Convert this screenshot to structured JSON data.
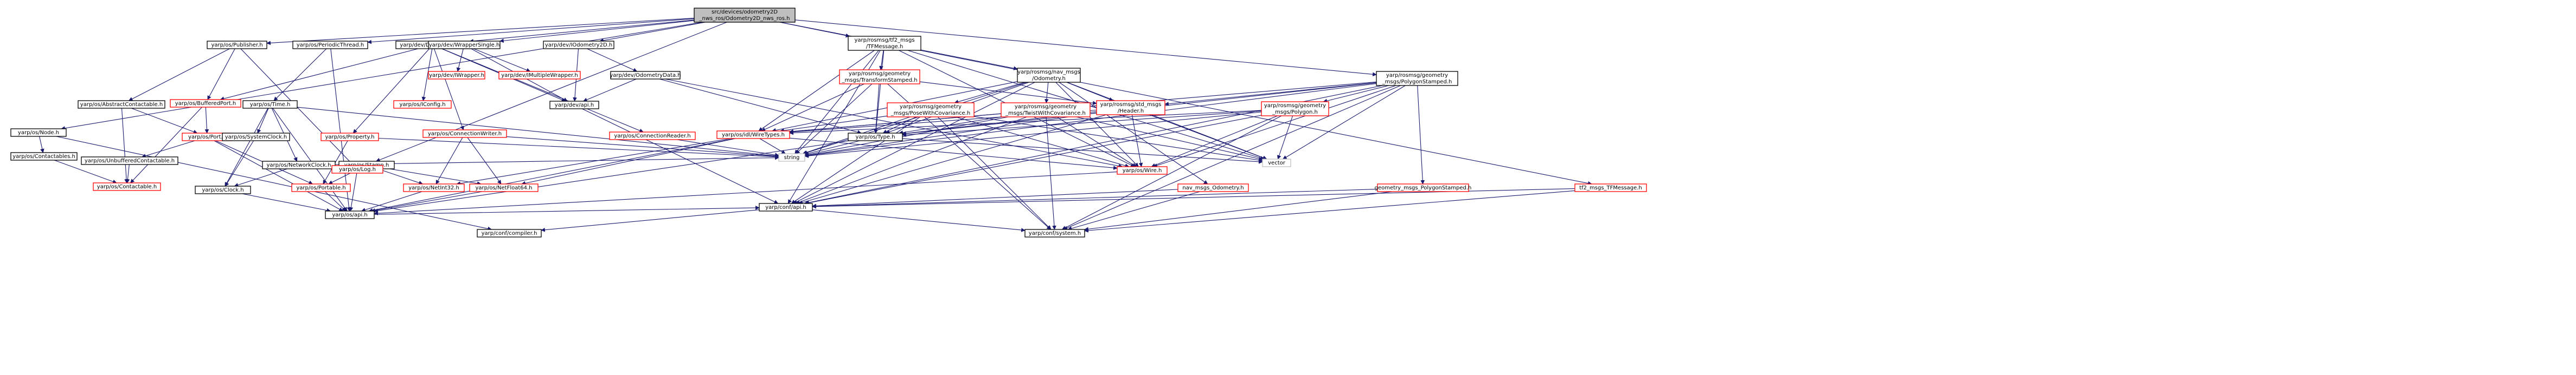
{
  "colors": {
    "edge": "#191970",
    "node_border_black": "#000000",
    "node_border_red": "#ff0000",
    "node_fill": "#ffffff",
    "root_fill": "#bfbfbf"
  },
  "nodes": [
    {
      "id": "root",
      "lines": [
        "src/devices/odometry2D",
        "_nws_ros/Odometry2D_nws_ros.h"
      ],
      "border": "black",
      "fill": "gray"
    },
    {
      "id": "Node",
      "lines": [
        "yarp/os/Node.h"
      ],
      "border": "black"
    },
    {
      "id": "Publisher",
      "lines": [
        "yarp/os/Publisher.h"
      ],
      "border": "black"
    },
    {
      "id": "PeriodicThread",
      "lines": [
        "yarp/os/PeriodicThread.h"
      ],
      "border": "black"
    },
    {
      "id": "DeviceDriver",
      "lines": [
        "yarp/dev/DeviceDriver.h"
      ],
      "border": "black"
    },
    {
      "id": "Stamp",
      "lines": [
        "yarp/os/Stamp.h"
      ],
      "border": "black"
    },
    {
      "id": "WrapperSingle",
      "lines": [
        "yarp/dev/WrapperSingle.h"
      ],
      "border": "black"
    },
    {
      "id": "IOdometry2D",
      "lines": [
        "yarp/dev/IOdometry2D.h"
      ],
      "border": "black"
    },
    {
      "id": "TFMessage",
      "lines": [
        "yarp/rosmsg/tf2_msgs",
        "/TFMessage.h"
      ],
      "border": "black"
    },
    {
      "id": "NavOdometry",
      "lines": [
        "yarp/rosmsg/nav_msgs",
        "/Odometry.h"
      ],
      "border": "black"
    },
    {
      "id": "PolygonStamped",
      "lines": [
        "yarp/rosmsg/geometry",
        "_msgs/PolygonStamped.h"
      ],
      "border": "black"
    },
    {
      "id": "Contactables",
      "lines": [
        "yarp/os/Contactables.h"
      ],
      "border": "black"
    },
    {
      "id": "AbstractContactable",
      "lines": [
        "yarp/os/AbstractContactable.h"
      ],
      "border": "black"
    },
    {
      "id": "BufferedPort",
      "lines": [
        "yarp/os/BufferedPort.h"
      ],
      "border": "red"
    },
    {
      "id": "Time",
      "lines": [
        "yarp/os/Time.h"
      ],
      "border": "black"
    },
    {
      "id": "IConfig",
      "lines": [
        "yarp/os/IConfig.h"
      ],
      "border": "red"
    },
    {
      "id": "IWrapper",
      "lines": [
        "yarp/dev/IWrapper.h"
      ],
      "border": "red"
    },
    {
      "id": "IMultipleWrapper",
      "lines": [
        "yarp/dev/IMultipleWrapper.h"
      ],
      "border": "red"
    },
    {
      "id": "OdometryData",
      "lines": [
        "yarp/dev/OdometryData.h"
      ],
      "border": "black"
    },
    {
      "id": "TransformStamped",
      "lines": [
        "yarp/rosmsg/geometry",
        "_msgs/TransformStamped.h"
      ],
      "border": "red"
    },
    {
      "id": "Port",
      "lines": [
        "yarp/os/Port.h"
      ],
      "border": "red"
    },
    {
      "id": "UnbufferedContactable",
      "lines": [
        "yarp/os/UnbufferedContactable.h"
      ],
      "border": "black"
    },
    {
      "id": "SystemClock",
      "lines": [
        "yarp/os/SystemClock.h"
      ],
      "border": "black"
    },
    {
      "id": "NetworkClock",
      "lines": [
        "yarp/os/NetworkClock.h"
      ],
      "border": "black"
    },
    {
      "id": "Clock",
      "lines": [
        "yarp/os/Clock.h"
      ],
      "border": "black"
    },
    {
      "id": "Contactable",
      "lines": [
        "yarp/os/Contactable.h"
      ],
      "border": "red"
    },
    {
      "id": "Property",
      "lines": [
        "yarp/os/Property.h"
      ],
      "border": "red"
    },
    {
      "id": "ConnectionWriter",
      "lines": [
        "yarp/os/ConnectionWriter.h"
      ],
      "border": "red"
    },
    {
      "id": "ConnectionReader",
      "lines": [
        "yarp/os/ConnectionReader.h"
      ],
      "border": "red"
    },
    {
      "id": "DevApi",
      "lines": [
        "yarp/dev/api.h"
      ],
      "border": "black"
    },
    {
      "id": "Portable",
      "lines": [
        "yarp/os/Portable.h"
      ],
      "border": "red"
    },
    {
      "id": "Log",
      "lines": [
        "yarp/os/Log.h"
      ],
      "border": "red"
    },
    {
      "id": "NetInt32",
      "lines": [
        "yarp/os/NetInt32.h"
      ],
      "border": "red"
    },
    {
      "id": "NetFloat64",
      "lines": [
        "yarp/os/NetFloat64.h"
      ],
      "border": "red"
    },
    {
      "id": "OsApi",
      "lines": [
        "yarp/os/api.h"
      ],
      "border": "black"
    },
    {
      "id": "PoseWithCovariance",
      "lines": [
        "yarp/rosmsg/geometry",
        "_msgs/PoseWithCovariance.h"
      ],
      "border": "red"
    },
    {
      "id": "TwistWithCovariance",
      "lines": [
        "yarp/rosmsg/geometry",
        "_msgs/TwistWithCovariance.h"
      ],
      "border": "red"
    },
    {
      "id": "Header",
      "lines": [
        "yarp/rosmsg/std_msgs",
        "/Header.h"
      ],
      "border": "red"
    },
    {
      "id": "Polygon",
      "lines": [
        "yarp/rosmsg/geometry",
        "_msgs/Polygon.h"
      ],
      "border": "red"
    },
    {
      "id": "WireTypes",
      "lines": [
        "yarp/os/idl/WireTypes.h"
      ],
      "border": "red"
    },
    {
      "id": "Type",
      "lines": [
        "yarp/os/Type.h"
      ],
      "border": "black"
    },
    {
      "id": "string",
      "lines": [
        "string"
      ],
      "border": "gray"
    },
    {
      "id": "Wire",
      "lines": [
        "yarp/os/Wire.h"
      ],
      "border": "red"
    },
    {
      "id": "vector",
      "lines": [
        "vector"
      ],
      "border": "gray"
    },
    {
      "id": "NavMsgsOdometry",
      "lines": [
        "nav_msgs_Odometry.h"
      ],
      "border": "red"
    },
    {
      "id": "GeomPolygonStamped",
      "lines": [
        "geometry_msgs_PolygonStamped.h"
      ],
      "border": "red"
    },
    {
      "id": "Tf2TFMessage",
      "lines": [
        "tf2_msgs_TFMessage.h"
      ],
      "border": "red"
    },
    {
      "id": "ConfApi",
      "lines": [
        "yarp/conf/api.h"
      ],
      "border": "black"
    },
    {
      "id": "Compiler",
      "lines": [
        "yarp/conf/compiler.h"
      ],
      "border": "black"
    },
    {
      "id": "System",
      "lines": [
        "yarp/conf/system.h"
      ],
      "border": "black"
    }
  ],
  "edges": [
    [
      "root",
      "Node"
    ],
    [
      "root",
      "Publisher"
    ],
    [
      "root",
      "PeriodicThread"
    ],
    [
      "root",
      "DeviceDriver"
    ],
    [
      "root",
      "Stamp"
    ],
    [
      "root",
      "WrapperSingle"
    ],
    [
      "root",
      "IOdometry2D"
    ],
    [
      "root",
      "TFMessage"
    ],
    [
      "root",
      "NavOdometry"
    ],
    [
      "root",
      "PolygonStamped"
    ],
    [
      "Node",
      "Contactables"
    ],
    [
      "Node",
      "Compiler"
    ],
    [
      "Contactables",
      "Contactable"
    ],
    [
      "Publisher",
      "AbstractContactable"
    ],
    [
      "Publisher",
      "BufferedPort"
    ],
    [
      "Publisher",
      "Log"
    ],
    [
      "AbstractContactable",
      "Port"
    ],
    [
      "AbstractContactable",
      "Contactable"
    ],
    [
      "BufferedPort",
      "Port"
    ],
    [
      "BufferedPort",
      "Contactable"
    ],
    [
      "Port",
      "UnbufferedContactable"
    ],
    [
      "Port",
      "OsApi"
    ],
    [
      "Port",
      "Portable"
    ],
    [
      "UnbufferedContactable",
      "Contactable"
    ],
    [
      "PeriodicThread",
      "Time"
    ],
    [
      "PeriodicThread",
      "OsApi"
    ],
    [
      "Time",
      "SystemClock"
    ],
    [
      "Time",
      "NetworkClock"
    ],
    [
      "Time",
      "Clock"
    ],
    [
      "Time",
      "string"
    ],
    [
      "Time",
      "OsApi"
    ],
    [
      "SystemClock",
      "Clock"
    ],
    [
      "NetworkClock",
      "Clock"
    ],
    [
      "NetworkClock",
      "string"
    ],
    [
      "Clock",
      "OsApi"
    ],
    [
      "DeviceDriver",
      "IConfig"
    ],
    [
      "DeviceDriver",
      "Property"
    ],
    [
      "DeviceDriver",
      "ConnectionWriter"
    ],
    [
      "DeviceDriver",
      "ConnectionReader"
    ],
    [
      "DeviceDriver",
      "DevApi"
    ],
    [
      "DeviceDriver",
      "BufferedPort"
    ],
    [
      "Property",
      "Portable"
    ],
    [
      "Property",
      "string"
    ],
    [
      "ConnectionWriter",
      "NetInt32"
    ],
    [
      "ConnectionWriter",
      "NetFloat64"
    ],
    [
      "ConnectionWriter",
      "string"
    ],
    [
      "ConnectionReader",
      "string"
    ],
    [
      "Stamp",
      "Portable"
    ],
    [
      "Stamp",
      "NetInt32"
    ],
    [
      "Stamp",
      "NetFloat64"
    ],
    [
      "Portable",
      "OsApi"
    ],
    [
      "Log",
      "OsApi"
    ],
    [
      "NetInt32",
      "OsApi"
    ],
    [
      "NetFloat64",
      "OsApi"
    ],
    [
      "OsApi",
      "ConfApi"
    ],
    [
      "WrapperSingle",
      "IWrapper"
    ],
    [
      "WrapperSingle",
      "IMultipleWrapper"
    ],
    [
      "WrapperSingle",
      "DevApi"
    ],
    [
      "IOdometry2D",
      "OdometryData"
    ],
    [
      "IOdometry2D",
      "DevApi"
    ],
    [
      "OdometryData",
      "DevApi"
    ],
    [
      "OdometryData",
      "Wire"
    ],
    [
      "OdometryData",
      "Type"
    ],
    [
      "DevApi",
      "ConfApi"
    ],
    [
      "TFMessage",
      "TransformStamped"
    ],
    [
      "TFMessage",
      "Tf2TFMessage"
    ],
    [
      "TFMessage",
      "WireTypes"
    ],
    [
      "TFMessage",
      "Type"
    ],
    [
      "TFMessage",
      "string"
    ],
    [
      "TFMessage",
      "Wire"
    ],
    [
      "TFMessage",
      "vector"
    ],
    [
      "TFMessage",
      "ConfApi"
    ],
    [
      "TransformStamped",
      "Header"
    ],
    [
      "TransformStamped",
      "WireTypes"
    ],
    [
      "TransformStamped",
      "Type"
    ],
    [
      "TransformStamped",
      "string"
    ],
    [
      "TransformStamped",
      "System"
    ],
    [
      "NavOdometry",
      "PoseWithCovariance"
    ],
    [
      "NavOdometry",
      "TwistWithCovariance"
    ],
    [
      "NavOdometry",
      "Header"
    ],
    [
      "NavOdometry",
      "NavMsgsOdometry"
    ],
    [
      "NavOdometry",
      "WireTypes"
    ],
    [
      "NavOdometry",
      "Type"
    ],
    [
      "NavOdometry",
      "string"
    ],
    [
      "NavOdometry",
      "Wire"
    ],
    [
      "NavOdometry",
      "vector"
    ],
    [
      "NavOdometry",
      "ConfApi"
    ],
    [
      "PoseWithCovariance",
      "WireTypes"
    ],
    [
      "PoseWithCovariance",
      "Type"
    ],
    [
      "PoseWithCovariance",
      "string"
    ],
    [
      "PoseWithCovariance",
      "Wire"
    ],
    [
      "PoseWithCovariance",
      "vector"
    ],
    [
      "PoseWithCovariance",
      "ConfApi"
    ],
    [
      "PoseWithCovariance",
      "System"
    ],
    [
      "TwistWithCovariance",
      "WireTypes"
    ],
    [
      "TwistWithCovariance",
      "Type"
    ],
    [
      "TwistWithCovariance",
      "string"
    ],
    [
      "TwistWithCovariance",
      "Wire"
    ],
    [
      "TwistWithCovariance",
      "vector"
    ],
    [
      "TwistWithCovariance",
      "ConfApi"
    ],
    [
      "TwistWithCovariance",
      "System"
    ],
    [
      "Header",
      "WireTypes"
    ],
    [
      "Header",
      "Type"
    ],
    [
      "Header",
      "string"
    ],
    [
      "Header",
      "Wire"
    ],
    [
      "Header",
      "vector"
    ],
    [
      "Header",
      "ConfApi"
    ],
    [
      "PolygonStamped",
      "Polygon"
    ],
    [
      "PolygonStamped",
      "Header"
    ],
    [
      "PolygonStamped",
      "GeomPolygonStamped"
    ],
    [
      "PolygonStamped",
      "WireTypes"
    ],
    [
      "PolygonStamped",
      "Type"
    ],
    [
      "PolygonStamped",
      "string"
    ],
    [
      "PolygonStamped",
      "Wire"
    ],
    [
      "PolygonStamped",
      "vector"
    ],
    [
      "PolygonStamped",
      "ConfApi"
    ],
    [
      "PolygonStamped",
      "System"
    ],
    [
      "Polygon",
      "WireTypes"
    ],
    [
      "Polygon",
      "Type"
    ],
    [
      "Polygon",
      "string"
    ],
    [
      "Polygon",
      "Wire"
    ],
    [
      "Polygon",
      "vector"
    ],
    [
      "Polygon",
      "ConfApi"
    ],
    [
      "Polygon",
      "System"
    ],
    [
      "WireTypes",
      "string"
    ],
    [
      "WireTypes",
      "NetInt32"
    ],
    [
      "WireTypes",
      "NetFloat64"
    ],
    [
      "WireTypes",
      "Wire"
    ],
    [
      "WireTypes",
      "OsApi"
    ],
    [
      "Type",
      "OsApi"
    ],
    [
      "Type",
      "string"
    ],
    [
      "Type",
      "vector"
    ],
    [
      "Wire",
      "OsApi"
    ],
    [
      "NavMsgsOdometry",
      "ConfApi"
    ],
    [
      "NavMsgsOdometry",
      "System"
    ],
    [
      "GeomPolygonStamped",
      "ConfApi"
    ],
    [
      "GeomPolygonStamped",
      "System"
    ],
    [
      "Tf2TFMessage",
      "ConfApi"
    ],
    [
      "Tf2TFMessage",
      "System"
    ],
    [
      "ConfApi",
      "Compiler"
    ],
    [
      "ConfApi",
      "System"
    ]
  ]
}
